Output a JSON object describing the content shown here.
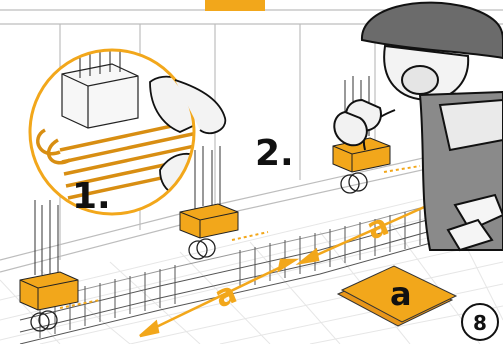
{
  "steps": {
    "first": "1.",
    "second": "2."
  },
  "dimension_label": "a",
  "folded_tag_label": "a",
  "page_number": "8",
  "colors": {
    "accent": "#f2a71b",
    "ink": "#1a1a1a",
    "grid": "#e3e3e3"
  }
}
